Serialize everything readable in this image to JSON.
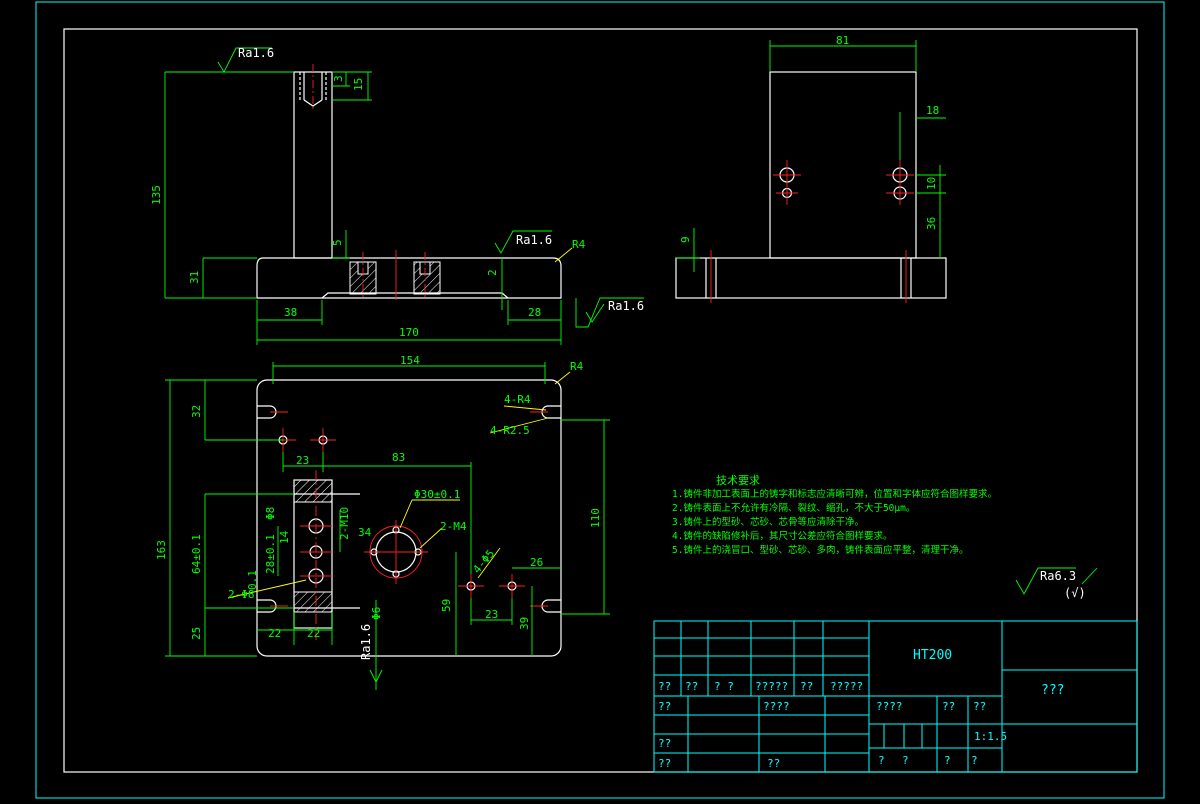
{
  "roughness": {
    "top_left": "Ra1.6",
    "top_middle": "Ra1.6",
    "right_edge": "Ra1.6",
    "plan_bottom": "Ra1.6",
    "general": "Ra6.3",
    "general_suffix": "(√)"
  },
  "front_view": {
    "dims": {
      "d135": "135",
      "d31": "31",
      "d3": "3",
      "d15": "15",
      "d5": "5",
      "d2": "2",
      "d38": "38",
      "d28": "28",
      "d170": "170",
      "r4": "R4"
    }
  },
  "side_view": {
    "dims": {
      "d81": "81",
      "d18": "18",
      "d10": "10",
      "d36": "36",
      "d9": "9"
    }
  },
  "plan_view": {
    "dims": {
      "d154": "154",
      "r4": "R4",
      "r4x4": "4-R4",
      "r25x4": "4-R2.5",
      "d32": "32",
      "d23a": "23",
      "d83": "83",
      "d163": "163",
      "d64": "64±0.1",
      "d28": "28±0.1",
      "d25": "25",
      "d22a": "22",
      "d22b": "22",
      "d110": "110",
      "phi30": "Φ30±0.1",
      "m4": "2-M4",
      "m10": "2-M10",
      "d34": "34",
      "d14": "14",
      "d59": "59",
      "d23b": "23",
      "d26": "26",
      "d39": "39",
      "phi4": "4-Φ5",
      "phi8": "2-Φ8",
      "d01": "0.1",
      "phi6": "Φ6",
      "phi_small": "Φ8"
    }
  },
  "tech_requirements": {
    "title": "技术要求",
    "items": [
      "1.铸件非加工表面上的铸字和标志应清晰可辨，位置和字体应符合图样要求。",
      "2.铸件表面上不允许有冷隔、裂纹、缩孔，不大于50μm。",
      "3.铸件上的型砂、芯砂、芯骨等应清除干净。",
      "4.铸件的缺陷修补后，其尺寸公差应符合图样要求。",
      "5.铸件上的浇冒口、型砂、芯砂、多肉，铸件表面应平整，清理干净。"
    ]
  },
  "title_block": {
    "material": "HT200",
    "drawing_name": "???",
    "scale": "1:1.5",
    "cells": {
      "r1c1": "??",
      "r1c2": "??",
      "r1c3": "? ?",
      "r1c4": "?????",
      "r1c5": "??",
      "r1c6": "?????",
      "r2c1": "??",
      "r2c2": "????",
      "r2c3": "????",
      "r2c4": "??",
      "r2c5": "??",
      "r3c1": "??",
      "r4c1": "??",
      "r4c2": "??",
      "r4c3": "?",
      "r4c4": "?",
      "r4c5": "?",
      "r4c6": "?"
    }
  }
}
